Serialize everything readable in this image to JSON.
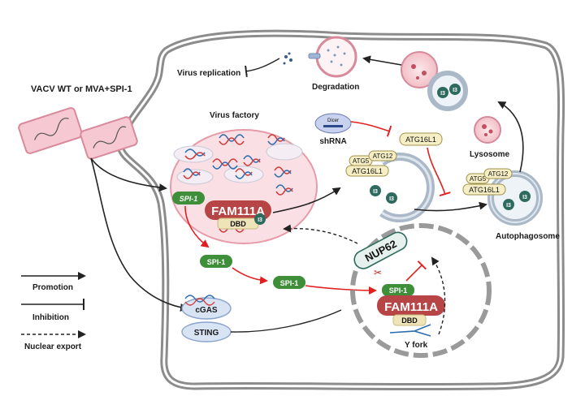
{
  "labels": {
    "virus_entry": "VACV WT or MVA+SPI-1",
    "virus_replication": "Virus replication",
    "degradation": "Degradation",
    "virus_factory": "Virus factory",
    "shrna": "shRNA",
    "dicer": "Dicer",
    "atg16l1_single": "ATG16L1",
    "lysosome": "Lysosome",
    "autophagosome": "Autophagosome",
    "nup62": "NUP62",
    "y_fork": "Y fork",
    "cgas": "cGAS",
    "sting": "STING"
  },
  "proteins": {
    "fam111a": "FAM111A",
    "dbd": "DBD",
    "i3": "I3",
    "spi1": "SPI-1",
    "atg5": "ATG5",
    "atg12": "ATG12",
    "atg16l1": "ATG16L1"
  },
  "legend": {
    "promotion": "Promotion",
    "inhibition": "Inhibition",
    "nuclear_export": "Nuclear export"
  },
  "colors": {
    "spi1_green": "#3e8e3a",
    "fam111a_red": "#b84545",
    "dbd_beige": "#efe4b8",
    "i3_teal": "#2e6b5e",
    "atg_yellow": "#f6efc6",
    "activation_red": "#e02020",
    "cell_membrane": "#8a8a8a",
    "factory_pink": "#f6d6dc",
    "cgas_blue": "#d8e4f4"
  }
}
